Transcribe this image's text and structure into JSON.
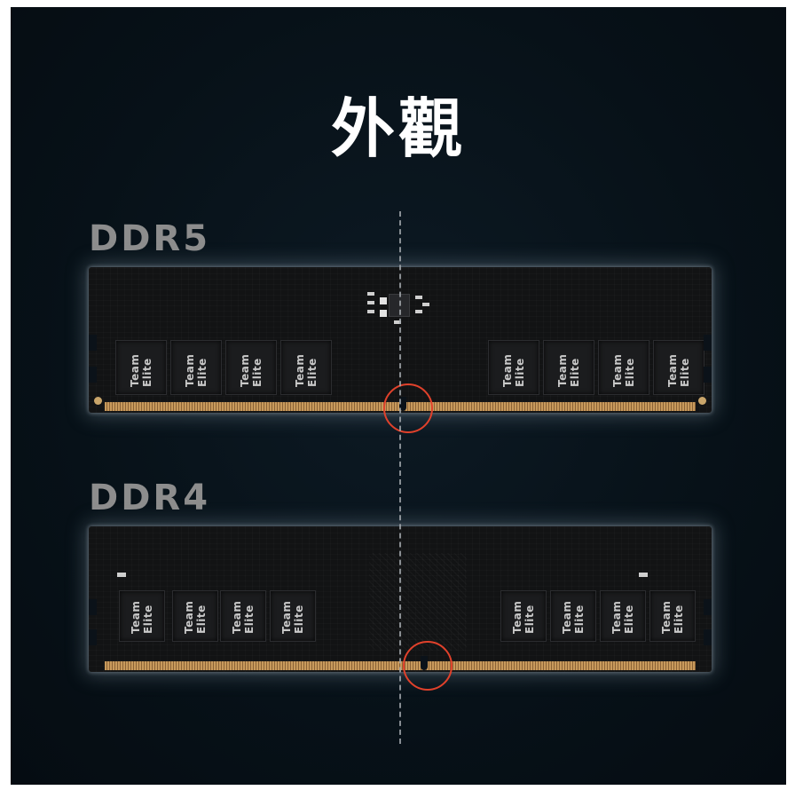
{
  "title": "外觀",
  "modules": [
    {
      "label": "DDR5",
      "chip_brand": "Team Elite"
    },
    {
      "label": "DDR4",
      "chip_brand": "Team Elite"
    }
  ],
  "colors": {
    "background": "#071118",
    "title": "#ffffff",
    "label": "#8d8d8d",
    "highlight_circle": "#e0412b",
    "gold_contacts": "#c89a5c"
  }
}
